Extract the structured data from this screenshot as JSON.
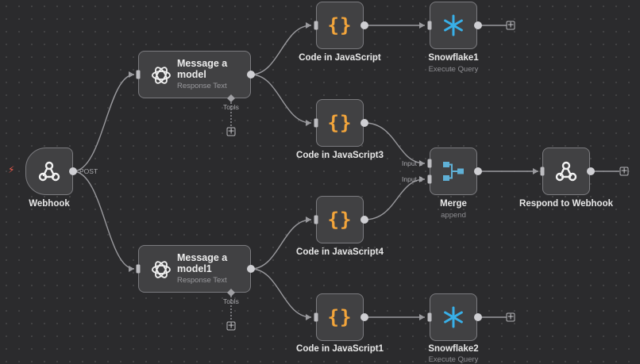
{
  "nodes": {
    "webhook": {
      "label": "Webhook",
      "method": "POST",
      "icon": "webhook-icon"
    },
    "message_model": {
      "title": "Message a model",
      "subtitle": "Response Text",
      "tools_label": "Tools",
      "icon": "openai-icon"
    },
    "message_model1": {
      "title": "Message a model1",
      "subtitle": "Response Text",
      "tools_label": "Tools",
      "icon": "openai-icon"
    },
    "code_js": {
      "label": "Code in JavaScript",
      "icon": "code-braces-icon"
    },
    "code_js3": {
      "label": "Code in JavaScript3",
      "icon": "code-braces-icon"
    },
    "code_js4": {
      "label": "Code in JavaScript4",
      "icon": "code-braces-icon"
    },
    "code_js1": {
      "label": "Code in JavaScript1",
      "icon": "code-braces-icon"
    },
    "snowflake1": {
      "label": "Snowflake1",
      "subtitle": "Execute Query",
      "icon": "snowflake-icon"
    },
    "snowflake2": {
      "label": "Snowflake2",
      "subtitle": "Execute Query",
      "icon": "snowflake-icon"
    },
    "merge": {
      "label": "Merge",
      "subtitle": "append",
      "input1": "Input 1",
      "input2": "Input 2",
      "icon": "merge-icon"
    },
    "respond": {
      "label": "Respond to Webhook",
      "icon": "webhook-icon"
    }
  },
  "colors": {
    "canvas": "#2b2b2d",
    "node_bg": "#414143",
    "node_border": "#7b7b7f",
    "edge": "#9a9a9e",
    "code_icon": "#f3a53b",
    "snowflake_icon": "#38b0e8",
    "merge_icon": "#5fb0d6",
    "trigger_bolt": "#ee5a4c"
  }
}
